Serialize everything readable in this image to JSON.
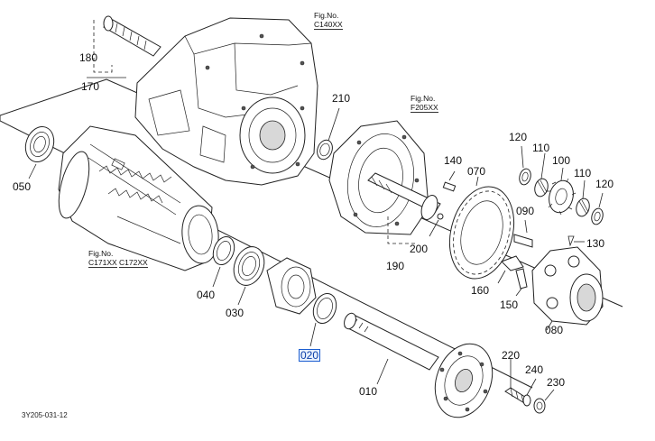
{
  "figure_refs": {
    "top": [
      "Fig.No.",
      "C140XX"
    ],
    "middle": [
      "Fig.No.",
      "F205XX"
    ],
    "left": [
      "Fig.No.",
      "C171XX",
      "C172XX"
    ]
  },
  "parts": [
    {
      "id": "010"
    },
    {
      "id": "020",
      "selected": true
    },
    {
      "id": "030"
    },
    {
      "id": "040"
    },
    {
      "id": "050"
    },
    {
      "id": "070"
    },
    {
      "id": "080"
    },
    {
      "id": "090"
    },
    {
      "id": "100"
    },
    {
      "id": "110"
    },
    {
      "id": "110"
    },
    {
      "id": "120"
    },
    {
      "id": "120"
    },
    {
      "id": "130"
    },
    {
      "id": "140"
    },
    {
      "id": "150"
    },
    {
      "id": "160"
    },
    {
      "id": "170"
    },
    {
      "id": "180"
    },
    {
      "id": "190"
    },
    {
      "id": "200"
    },
    {
      "id": "210"
    },
    {
      "id": "220"
    },
    {
      "id": "230"
    },
    {
      "id": "240"
    }
  ],
  "diagram_code": "3Y205-031-12",
  "colors": {
    "line": "#222222",
    "selection": "#1d5fd1"
  }
}
